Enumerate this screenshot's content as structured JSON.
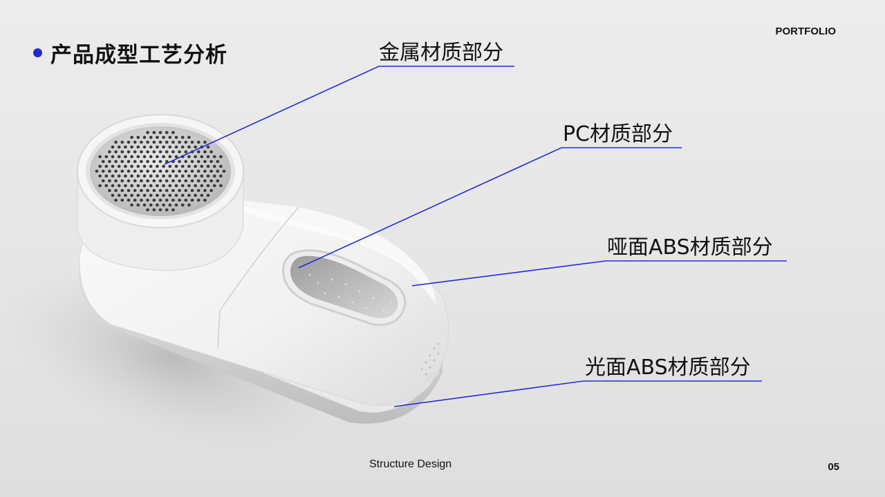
{
  "header": {
    "title": "产品成型工艺分析",
    "portfolio": "PORTFOLIO"
  },
  "footer": {
    "subtitle": "Structure Design",
    "page_number": "05"
  },
  "callouts": [
    {
      "label": "金属材质部分"
    },
    {
      "label": "PC材质部分"
    },
    {
      "label": "哑面ABS材质部分"
    },
    {
      "label": "光面ABS材质部分"
    }
  ],
  "colors": {
    "accent": "#1f2bd6",
    "product_white": "#f7f7f7",
    "metal_grille": "#cfcfcf",
    "background": "#e8e8e8"
  },
  "icons": {
    "title_bullet": "dot-icon"
  }
}
